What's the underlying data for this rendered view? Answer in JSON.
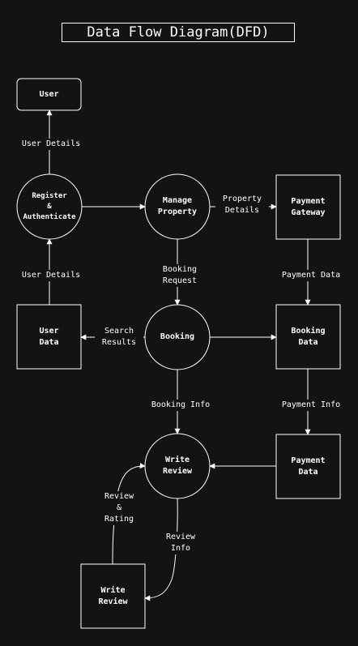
{
  "title": "Data Flow Diagram(DFD)",
  "colors": {
    "background": "#131313",
    "stroke": "#ffffff",
    "text": "#ffffff"
  },
  "nodes": {
    "user_entity": "User",
    "register_process": "Register\n&\nAuthenticate",
    "manage_property_process": "Manage\nProperty",
    "payment_gateway": "Payment\nGateway",
    "user_data_store": "User\nData",
    "booking_process": "Booking",
    "booking_data_store": "Booking\nData",
    "write_review_process": "Write\nReview",
    "payment_data_store": "Payment\nData",
    "write_review_entity": "Write\nReview"
  },
  "edges": {
    "register_to_user": "User Details",
    "userdata_to_register": "User Details",
    "manage_to_gateway": "Property\nDetails",
    "manage_to_booking": "Booking\nRequest",
    "gateway_to_bookingdata": "Payment Data",
    "booking_to_userdata": "Search\nResults",
    "booking_to_review": "Booking Info",
    "bookingdata_to_paymentdata": "Payment Info",
    "entity_to_review": "Review\n&\nRating",
    "review_to_entity": "Review\nInfo"
  }
}
